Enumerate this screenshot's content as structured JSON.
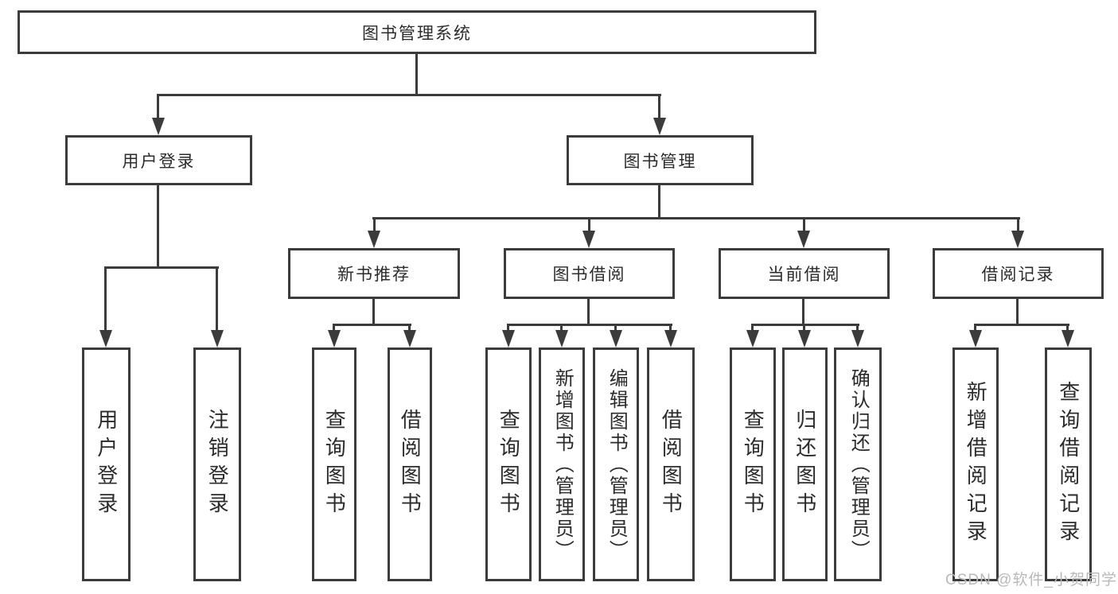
{
  "colors": {
    "line": "#3b3b3b",
    "text": "#2b2b2b",
    "box_background": "#ffffff",
    "page_background": "#ffffff",
    "watermark": "#b9b9b9"
  },
  "diagram": {
    "type": "hierarchy",
    "title": "图书管理系统",
    "nodes": {
      "root": "图书管理系统",
      "user_login": "用户登录",
      "book_management": "图书管理",
      "new_book_recommend": "新书推荐",
      "book_borrowing": "图书借阅",
      "current_borrowing": "当前借阅",
      "borrowing_records": "借阅记录",
      "leaf_user_login": "用户登录",
      "leaf_logout": "注销登录",
      "leaf_query_books_recommend": "查询图书",
      "leaf_borrow_books_recommend": "借阅图书",
      "leaf_query_books_borrowing": "查询图书",
      "leaf_add_books_admin": "新增图书（管理员）",
      "leaf_edit_books_admin": "编辑图书（管理员）",
      "leaf_borrow_books_borrowing": "借阅图书",
      "leaf_query_books_current": "查询图书",
      "leaf_return_books": "归还图书",
      "leaf_confirm_return_admin": "确认归还（管理员）",
      "leaf_add_borrow_record": "新增借阅记录",
      "leaf_query_borrow_record": "查询借阅记录"
    },
    "structure": {
      "图书管理系统": {
        "用户登录": [
          "用户登录",
          "注销登录"
        ],
        "图书管理": {
          "新书推荐": [
            "查询图书",
            "借阅图书"
          ],
          "图书借阅": [
            "查询图书",
            "新增图书（管理员）",
            "编辑图书（管理员）",
            "借阅图书"
          ],
          "当前借阅": [
            "查询图书",
            "归还图书",
            "确认归还（管理员）"
          ],
          "借阅记录": [
            "新增借阅记录",
            "查询借阅记录"
          ]
        }
      }
    }
  },
  "watermark": {
    "text": "CSDN @软件_小贺同学"
  }
}
